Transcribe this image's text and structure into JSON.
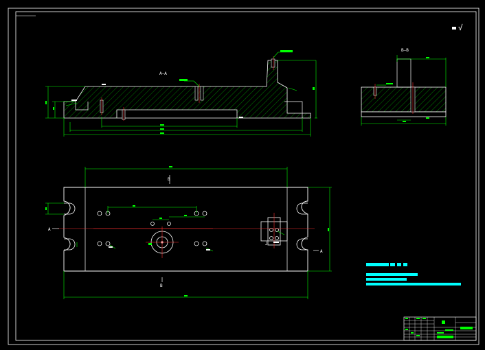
{
  "drawing": {
    "section_aa_label": "A—A",
    "section_bb_label": "B—B",
    "cut_a_left": "A",
    "cut_a_right": "A",
    "cut_b_top": "B",
    "cut_b_bottom": "B",
    "surface_mark": "√",
    "view_j_label": "J",
    "colors": {
      "background": "#000000",
      "outline": "#ffffff",
      "dimension": "#00ff00",
      "centerline": "#ff0000",
      "notes": "#00ffff",
      "hatch": "#00aa00"
    }
  }
}
